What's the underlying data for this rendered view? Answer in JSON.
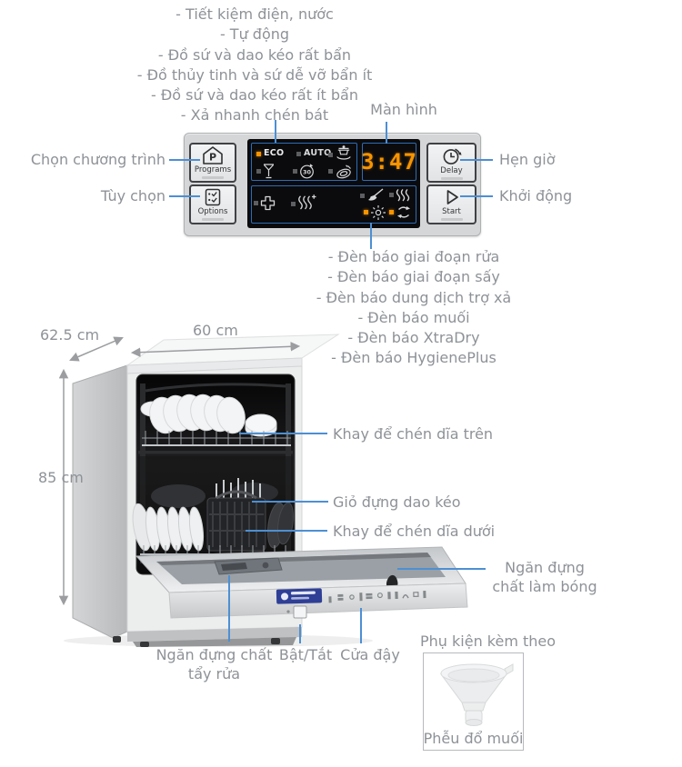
{
  "colors": {
    "accent_blue": "#4d8fd3",
    "label_gray": "#8e9297",
    "display_orange": "#f79400",
    "box_border_blue": "#2e6cb5",
    "panel_bg": "#d5d6d8"
  },
  "program_notes": {
    "items": [
      "- Tiết kiệm điện, nước",
      "- Tự động",
      "- Đồ sứ và dao kéo rất bẩn",
      "- Đồ thủy tinh và sứ dễ vỡ bẩn ít",
      "- Đồ sứ và dao kéo rất ít bẩn",
      "- Xả nhanh chén bát"
    ]
  },
  "display_note": "Màn hình",
  "indicator_notes": {
    "items": [
      "- Đèn báo giai đoạn rửa",
      "- Đèn báo giai đoạn sấy",
      "- Đèn báo dung dịch trợ xả",
      "- Đèn báo muối",
      "- Đèn báo XtraDry",
      "- Đèn báo HygienePlus"
    ]
  },
  "panel": {
    "programs_label": "Programs",
    "programs_icon_letter": "P",
    "options_label": "Options",
    "delay_label": "Delay",
    "start_label": "Start",
    "eco_label": "ECO",
    "auto_label": "AUTO",
    "quick30_text": "30",
    "time_value": "3:47"
  },
  "callouts": {
    "programs": "Chọn chương trình",
    "options": "Tùy chọn",
    "delay": "Hẹn giờ",
    "start": "Khởi động",
    "upper_tray": "Khay để chén dĩa trên",
    "cutlery_basket": "Giỏ đựng dao kéo",
    "lower_tray": "Khay để chén dĩa dưới",
    "rinse_aid": "Ngăn đựng chất làm bóng",
    "detergent": "Ngăn đựng chất tẩy rửa",
    "power": "Bật/Tắt",
    "door": "Cửa đậy"
  },
  "dimensions": {
    "depth": "62.5 cm",
    "width": "60 cm",
    "height": "85 cm"
  },
  "accessory": {
    "heading": "Phụ kiện kèm theo",
    "item_label": "Phễu đổ muối"
  },
  "icons": {
    "programs-icon": "house-with-P",
    "options-icon": "checklist",
    "delay-icon": "clock-arrow",
    "start-icon": "play-triangle",
    "intensive-program-icon": "pot-on-plate",
    "glass-program-icon": "wine-glass",
    "quick-30-icon": "clock-30",
    "rinse-program-icon": "tilted-plates",
    "plus-indicator-icon": "bold-cross",
    "xtradry-indicator-icon": "steam-plus",
    "wash-phase-icon": "brush",
    "dry-phase-icon": "steam-waves",
    "shine-indicator-icon": "sunburst",
    "refill-indicator-icon": "curved-arrows",
    "electrolux-badge": "blue-brand-plate",
    "salt-funnel": "plastic-funnel"
  }
}
